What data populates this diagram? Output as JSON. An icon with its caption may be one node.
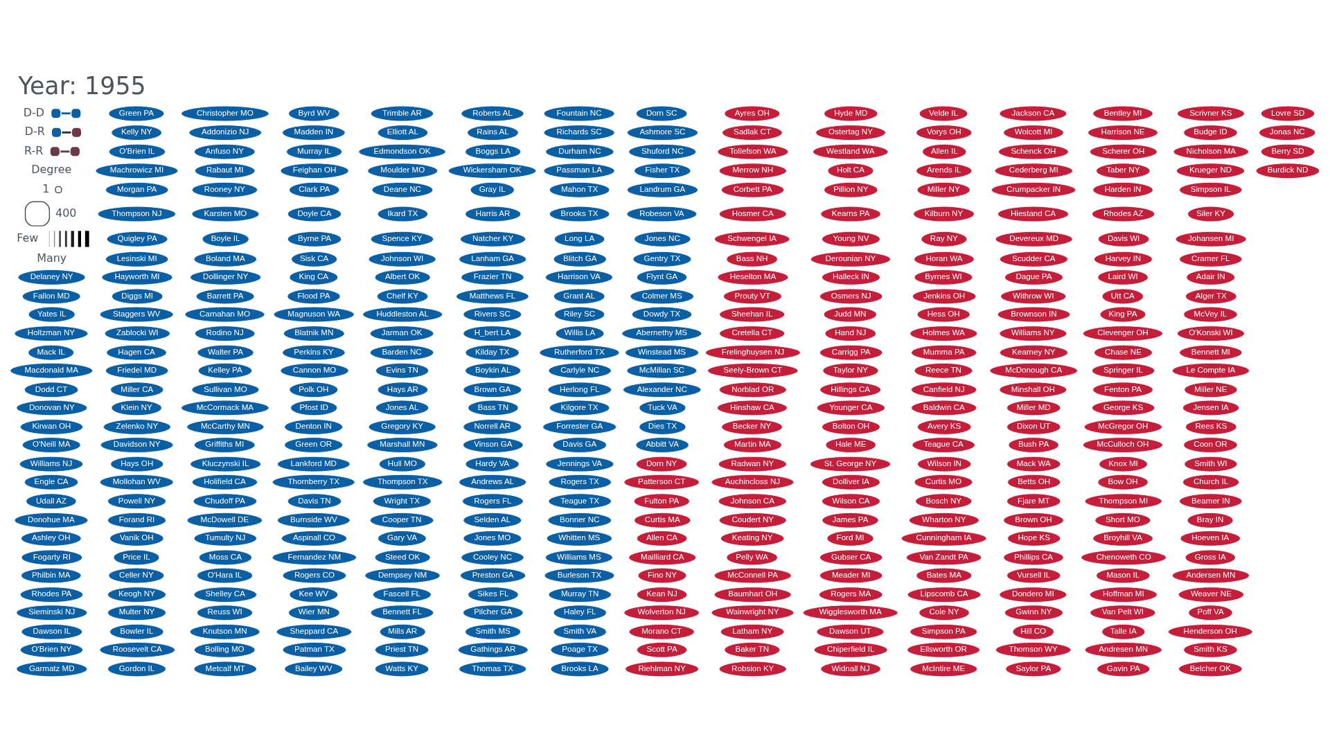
{
  "diagram": {
    "title": "Year: 1955",
    "nodes": [
      {
        "text": [
          "Delaney NY"
        ]
      },
      {
        "text": [
          "Fallon MD"
        ]
      },
      {
        "text": [
          "Yates IL"
        ]
      },
      {
        "text": [
          "Holtzman NY"
        ]
      },
      {
        "text": [
          "Mack IL"
        ]
      },
      {
        "text": [
          "Macdonald MA"
        ]
      },
      {
        "text": [
          "Dodd CT"
        ]
      },
      {
        "text": [
          "Donovan NY"
        ]
      },
      {
        "text": [
          "Kirwan OH"
        ]
      },
      {
        "text": [
          "O'Neill MA"
        ]
      },
      {
        "text": [
          "Williams NJ"
        ]
      },
      {
        "text": [
          "Engle CA"
        ]
      },
      {
        "text": [
          "Udall AZ"
        ]
      },
      {
        "text": [
          "Donohue MA"
        ]
      },
      {
        "text": [
          "Ashley OH"
        ]
      },
      {
        "text": [
          "Fogarty RI"
        ]
      },
      {
        "text": [
          "Philbin MA"
        ]
      },
      {
        "text": [
          "Rhodes PA"
        ]
      },
      {
        "text": [
          "Sieminski NJ"
        ]
      },
      {
        "text": [
          "Dawson IL"
        ]
      },
      {
        "text": [
          "O'Brien NY"
        ]
      },
      {
        "text": [
          "Garmatz MD"
        ]
      },
      {
        "text": [
          "Green PA"
        ]
      },
      {
        "text": [
          "Kelly NY"
        ]
      },
      {
        "text": [
          "O'Brien IL"
        ]
      },
      {
        "text": [
          "Machrowicz MI"
        ]
      },
      {
        "text": [
          "Morgan PA"
        ]
      },
      {
        "text": [
          "Thompson NJ"
        ]
      },
      {
        "text": [
          "Quigley PA"
        ]
      },
      {
        "text": [
          "Lesinski MI"
        ]
      },
      {
        "text": [
          "Hayworth MI"
        ]
      },
      {
        "text": [
          "Diggs MI"
        ]
      },
      {
        "text": [
          "Staggers WV"
        ]
      },
      {
        "text": [
          "Zablocki WI"
        ]
      },
      {
        "text": [
          "Hagen CA"
        ]
      },
      {
        "text": [
          "Friedel MD"
        ]
      },
      {
        "text": [
          "Miller CA"
        ]
      },
      {
        "text": [
          "Klein NY"
        ]
      },
      {
        "text": [
          "Zelenko NY"
        ]
      },
      {
        "text": [
          "Davidson NY"
        ]
      },
      {
        "text": [
          "Hays OH"
        ]
      },
      {
        "text": [
          "Mollohan WV"
        ]
      },
      {
        "text": [
          "Powell NY"
        ]
      },
      {
        "text": [
          "Forand RI"
        ]
      },
      {
        "text": [
          "Vanik OH"
        ]
      },
      {
        "text": [
          "Price IL"
        ]
      },
      {
        "text": [
          "Celler NY"
        ]
      },
      {
        "text": [
          "Keogh NY"
        ]
      },
      {
        "text": [
          "Multer NY"
        ]
      },
      {
        "text": [
          "Bowler IL"
        ]
      },
      {
        "text": [
          "Roosevelt CA"
        ]
      },
      {
        "text": [
          "Gordon IL"
        ]
      },
      {
        "text": [
          "Christopher MO"
        ]
      },
      {
        "text": [
          "Addonizio NJ"
        ]
      },
      {
        "text": [
          "Anfuso NY"
        ]
      },
      {
        "text": [
          "Rabaut MI"
        ]
      },
      {
        "text": [
          "Rooney NY"
        ]
      },
      {
        "text": [
          "Karsten MO"
        ]
      },
      {
        "text": [
          "Boyle IL"
        ]
      },
      {
        "text": [
          "Boland MA"
        ]
      },
      {
        "text": [
          "Dollinger NY"
        ]
      },
      {
        "text": [
          "Barrett PA"
        ]
      },
      {
        "text": [
          "Carnahan MO"
        ]
      },
      {
        "text": [
          "Rodino NJ"
        ]
      },
      {
        "text": [
          "Walter PA"
        ]
      },
      {
        "text": [
          "Kelley PA"
        ]
      },
      {
        "text": [
          "Sullivan MO"
        ]
      },
      {
        "text": [
          "McCormack MA"
        ]
      },
      {
        "text": [
          "McCarthy MN"
        ]
      },
      {
        "text": [
          "Griffiths MI"
        ]
      },
      {
        "text": [
          "Kluczynski IL"
        ]
      },
      {
        "text": [
          "Holifield CA"
        ]
      },
      {
        "text": [
          "Chudoff PA"
        ]
      },
      {
        "text": [
          "McDowell DE"
        ]
      },
      {
        "text": [
          "Tumulty NJ"
        ]
      },
      {
        "text": [
          "Moss CA"
        ]
      },
      {
        "text": [
          "O'Hara IL"
        ]
      },
      {
        "text": [
          "Shelley CA"
        ]
      },
      {
        "text": [
          "Reuss WI"
        ]
      },
      {
        "text": [
          "Knutson MN"
        ]
      },
      {
        "text": [
          "Bolling MO"
        ]
      },
      {
        "text": [
          "Metcalf MT"
        ]
      },
      {
        "text": [
          "Byrd WV"
        ]
      },
      {
        "text": [
          "Madden IN"
        ]
      },
      {
        "text": [
          "Murray IL"
        ]
      },
      {
        "text": [
          "Feighan OH"
        ]
      },
      {
        "text": [
          "Clark PA"
        ]
      },
      {
        "text": [
          "Doyle CA"
        ]
      },
      {
        "text": [
          "Byrne PA"
        ]
      },
      {
        "text": [
          "Sisk CA"
        ]
      },
      {
        "text": [
          "King CA"
        ]
      },
      {
        "text": [
          "Flood PA"
        ]
      },
      {
        "text": [
          "Magnuson WA"
        ]
      },
      {
        "text": [
          "Blatnik MN"
        ]
      },
      {
        "text": [
          "Perkins KY"
        ]
      },
      {
        "text": [
          "Cannon MO"
        ]
      },
      {
        "text": [
          "Polk OH"
        ]
      },
      {
        "text": [
          "Pfost ID"
        ]
      },
      {
        "text": [
          "Denton IN"
        ]
      },
      {
        "text": [
          "Green OR"
        ]
      },
      {
        "text": [
          "Lankford MD"
        ]
      },
      {
        "text": [
          "Thornberry TX"
        ]
      },
      {
        "text": [
          "Davis TN"
        ]
      },
      {
        "text": [
          "Burnside WV"
        ]
      },
      {
        "text": [
          "Aspinall CO"
        ]
      },
      {
        "text": [
          "Fernandez NM"
        ]
      },
      {
        "text": [
          "Rogers CO"
        ]
      },
      {
        "text": [
          "Kee WV"
        ]
      },
      {
        "text": [
          "Wier MN"
        ]
      },
      {
        "text": [
          "Sheppard CA"
        ]
      },
      {
        "text": [
          "Patman TX"
        ]
      },
      {
        "text": [
          "Bailey WV"
        ]
      },
      {
        "text": [
          "Trimble AR"
        ]
      },
      {
        "text": [
          "Elliott AL"
        ]
      },
      {
        "text": [
          "Edmondson OK"
        ]
      },
      {
        "text": [
          "Moulder MO"
        ]
      },
      {
        "text": [
          "Deane NC"
        ]
      },
      {
        "text": [
          "Ikard TX"
        ]
      },
      {
        "text": [
          "Spence KY"
        ]
      },
      {
        "text": [
          "Johnson WI"
        ]
      },
      {
        "text": [
          "Albert OK"
        ]
      },
      {
        "text": [
          "Chelf KY"
        ]
      },
      {
        "text": [
          "Huddleston AL"
        ]
      },
      {
        "text": [
          "Jarman OK"
        ]
      },
      {
        "text": [
          "Barden NC"
        ]
      },
      {
        "text": [
          "Evins TN"
        ]
      },
      {
        "text": [
          "Hays AR"
        ]
      },
      {
        "text": [
          "Jones AL"
        ]
      },
      {
        "text": [
          "Gregory KY"
        ]
      },
      {
        "text": [
          "Marshall MN"
        ]
      },
      {
        "text": [
          "Hull MO"
        ]
      },
      {
        "text": [
          "Thompson TX"
        ]
      },
      {
        "text": [
          "Wright TX"
        ]
      },
      {
        "text": [
          "Cooper TN"
        ]
      },
      {
        "text": [
          "Gary VA"
        ]
      },
      {
        "text": [
          "Steed OK"
        ]
      },
      {
        "text": [
          "Dempsey NM"
        ]
      },
      {
        "text": [
          "Fascell FL"
        ]
      },
      {
        "text": [
          "Bennett FL"
        ]
      },
      {
        "text": [
          "Mills AR"
        ]
      },
      {
        "text": [
          "Priest TN"
        ]
      },
      {
        "text": [
          "Watts KY"
        ]
      },
      {
        "text": [
          "Roberts AL"
        ]
      },
      {
        "text": [
          "Rains AL"
        ]
      },
      {
        "text": [
          "Boggs LA"
        ]
      },
      {
        "text": [
          "Wickersham OK"
        ]
      },
      {
        "text": [
          "Gray IL"
        ]
      },
      {
        "text": [
          "Harris AR"
        ]
      },
      {
        "text": [
          "Natcher KY"
        ]
      },
      {
        "text": [
          "Lanham GA"
        ]
      },
      {
        "text": [
          "Frazier TN"
        ]
      },
      {
        "text": [
          "Matthews FL"
        ]
      },
      {
        "text": [
          "Rivers SC"
        ]
      },
      {
        "text": [
          "H_bert LA"
        ]
      },
      {
        "text": [
          "Kilday TX"
        ]
      },
      {
        "text": [
          "Boykin AL"
        ]
      },
      {
        "text": [
          "Brown GA"
        ]
      },
      {
        "text": [
          "Bass TN"
        ]
      },
      {
        "text": [
          "Norrell AR"
        ]
      },
      {
        "text": [
          "Vinson GA"
        ]
      },
      {
        "text": [
          "Hardy VA"
        ]
      },
      {
        "text": [
          "Andrews AL"
        ]
      },
      {
        "text": [
          "Rogers FL"
        ]
      },
      {
        "text": [
          "Selden AL"
        ]
      },
      {
        "text": [
          "Jones MO"
        ]
      },
      {
        "text": [
          "Cooley NC"
        ]
      },
      {
        "text": [
          "Preston GA"
        ]
      },
      {
        "text": [
          "Sikes FL"
        ]
      },
      {
        "text": [
          "Pilcher GA"
        ]
      },
      {
        "text": [
          "Smith MS"
        ]
      },
      {
        "text": [
          "Gathings AR"
        ]
      },
      {
        "text": [
          "Thomas TX"
        ]
      },
      {
        "text": [
          "Fountain NC"
        ]
      },
      {
        "text": [
          "Richards SC"
        ]
      },
      {
        "text": [
          "Durham NC"
        ]
      },
      {
        "text": [
          "Passman LA"
        ]
      },
      {
        "text": [
          "Mahon TX"
        ]
      },
      {
        "text": [
          "Brooks TX"
        ]
      },
      {
        "text": [
          "Long LA"
        ]
      },
      {
        "text": [
          "Blitch GA"
        ]
      },
      {
        "text": [
          "Harrison VA"
        ]
      },
      {
        "text": [
          "Grant AL"
        ]
      },
      {
        "text": [
          "Riley SC"
        ]
      },
      {
        "text": [
          "Willis LA"
        ]
      },
      {
        "text": [
          "Rutherford TX"
        ]
      },
      {
        "text": [
          "Carlyle NC"
        ]
      },
      {
        "text": [
          "Herlong FL"
        ]
      },
      {
        "text": [
          "Kilgore TX"
        ]
      },
      {
        "text": [
          "Forrester GA"
        ]
      },
      {
        "text": [
          "Davis GA"
        ]
      },
      {
        "text": [
          "Jennings VA"
        ]
      },
      {
        "text": [
          "Rogers TX"
        ]
      },
      {
        "text": [
          "Teague TX"
        ]
      },
      {
        "text": [
          "Bonner NC"
        ]
      },
      {
        "text": [
          "Whitten MS"
        ]
      },
      {
        "text": [
          "Williams MS"
        ]
      },
      {
        "text": [
          "Burleson TX"
        ]
      },
      {
        "text": [
          "Murray TN"
        ]
      },
      {
        "text": [
          "Haley FL"
        ]
      },
      {
        "text": [
          "Smith VA"
        ]
      },
      {
        "text": [
          "Poage TX"
        ]
      },
      {
        "text": [
          "Brooks LA"
        ]
      },
      {
        "text": [
          "Dorn SC"
        ]
      },
      {
        "text": [
          "Ashmore SC"
        ]
      },
      {
        "text": [
          "Shuford NC"
        ]
      },
      {
        "text": [
          "Fisher TX"
        ]
      },
      {
        "text": [
          "Landrum GA"
        ]
      },
      {
        "text": [
          "Robeson VA"
        ]
      },
      {
        "text": [
          "Jones NC"
        ]
      },
      {
        "text": [
          "Gentry TX"
        ]
      },
      {
        "text": [
          "Flynt GA"
        ]
      },
      {
        "text": [
          "Colmer MS"
        ]
      },
      {
        "text": [
          "Dowdy TX"
        ]
      },
      {
        "text": [
          "Abernethy MS"
        ]
      },
      {
        "text": [
          "Winstead MS"
        ]
      },
      {
        "text": [
          "McMillan SC"
        ]
      },
      {
        "text": [
          "Alexander NC"
        ]
      },
      {
        "text": [
          "Tuck VA"
        ]
      },
      {
        "text": [
          "Dies TX"
        ]
      },
      {
        "text": [
          "Abbitt VA"
        ]
      },
      {
        "text": [
          "Dorn NY"
        ]
      },
      {
        "text": [
          "Patterson CT"
        ]
      },
      {
        "text": [
          "Fulton PA"
        ]
      },
      {
        "text": [
          "Curtis MA"
        ]
      },
      {
        "text": [
          "Allen CA"
        ]
      },
      {
        "text": [
          "Mailliard CA"
        ]
      },
      {
        "text": [
          "Fino NY"
        ]
      },
      {
        "text": [
          "Kean NJ"
        ]
      },
      {
        "text": [
          "Wolverton NJ"
        ]
      },
      {
        "text": [
          "Morano CT"
        ]
      },
      {
        "text": [
          "Scott PA"
        ]
      },
      {
        "text": [
          "Riehlman NY"
        ]
      },
      {
        "text": [
          "Ayres OH"
        ]
      },
      {
        "text": [
          "Sadlak CT"
        ]
      },
      {
        "text": [
          "Tollefson WA"
        ]
      },
      {
        "text": [
          "Merrow NH"
        ]
      },
      {
        "text": [
          "Corbett PA"
        ]
      },
      {
        "text": [
          "Hosmer CA"
        ]
      },
      {
        "text": [
          "Schwengel IA"
        ]
      },
      {
        "text": [
          "Bass NH"
        ]
      },
      {
        "text": [
          "Heselton MA"
        ]
      },
      {
        "text": [
          "Prouty VT"
        ]
      },
      {
        "text": [
          "Sheehan IL"
        ]
      },
      {
        "text": [
          "Cretella CT"
        ]
      },
      {
        "text": [
          "Frelinghuysen NJ"
        ]
      },
      {
        "text": [
          "Seely-Brown CT"
        ]
      },
      {
        "text": [
          "Norblad OR"
        ]
      },
      {
        "text": [
          "Hinshaw CA"
        ]
      },
      {
        "text": [
          "Becker NY"
        ]
      },
      {
        "text": [
          "Martin MA"
        ]
      },
      {
        "text": [
          "Radwan NY"
        ]
      },
      {
        "text": [
          "Auchincloss NJ"
        ]
      },
      {
        "text": [
          "Johnson CA"
        ]
      },
      {
        "text": [
          "Coudert NY"
        ]
      },
      {
        "text": [
          "Keating NY"
        ]
      },
      {
        "text": [
          "Pelly WA"
        ]
      },
      {
        "text": [
          "McConnell PA"
        ]
      },
      {
        "text": [
          "Baumhart OH"
        ]
      },
      {
        "text": [
          "Wainwright NY"
        ]
      },
      {
        "text": [
          "Latham NY"
        ]
      },
      {
        "text": [
          "Baker TN"
        ]
      },
      {
        "text": [
          "Robsion KY"
        ]
      },
      {
        "text": [
          "Hyde MD"
        ]
      },
      {
        "text": [
          "Ostertag NY"
        ]
      },
      {
        "text": [
          "Westland WA"
        ]
      },
      {
        "text": [
          "Holt CA"
        ]
      },
      {
        "text": [
          "Pillion NY"
        ]
      },
      {
        "text": [
          "Kearns PA"
        ]
      },
      {
        "text": [
          "Young NV"
        ]
      },
      {
        "text": [
          "Derounian NY"
        ]
      },
      {
        "text": [
          "Halleck IN"
        ]
      },
      {
        "text": [
          "Osmers NJ"
        ]
      },
      {
        "text": [
          "Judd MN"
        ]
      },
      {
        "text": [
          "Hand NJ"
        ]
      },
      {
        "text": [
          "Carrigg PA"
        ]
      },
      {
        "text": [
          "Taylor NY"
        ]
      },
      {
        "text": [
          "Hillings CA"
        ]
      },
      {
        "text": [
          "Younger CA"
        ]
      },
      {
        "text": [
          "Bolton OH"
        ]
      },
      {
        "text": [
          "Hale ME"
        ]
      },
      {
        "text": [
          "St. George NY"
        ]
      },
      {
        "text": [
          "Dolliver IA"
        ]
      },
      {
        "text": [
          "Wilson CA"
        ]
      },
      {
        "text": [
          "James PA"
        ]
      },
      {
        "text": [
          "Ford MI"
        ]
      },
      {
        "text": [
          "Gubser CA"
        ]
      },
      {
        "text": [
          "Meader MI"
        ]
      },
      {
        "text": [
          "Rogers MA"
        ]
      },
      {
        "text": [
          "Wigglesworth MA"
        ]
      },
      {
        "text": [
          "Dawson UT"
        ]
      },
      {
        "text": [
          "Chiperfield IL"
        ]
      },
      {
        "text": [
          "Widnall NJ"
        ]
      },
      {
        "text": [
          "Velde IL"
        ]
      },
      {
        "text": [
          "Vorys OH"
        ]
      },
      {
        "text": [
          "Allen IL"
        ]
      },
      {
        "text": [
          "Arends IL"
        ]
      },
      {
        "text": [
          "Miller NY"
        ]
      },
      {
        "text": [
          "Kilburn NY"
        ]
      },
      {
        "text": [
          "Ray NY"
        ]
      },
      {
        "text": [
          "Horan WA"
        ]
      },
      {
        "text": [
          "Byrnes WI"
        ]
      },
      {
        "text": [
          "Jenkins OH"
        ]
      },
      {
        "text": [
          "Hess OH"
        ]
      },
      {
        "text": [
          "Holmes WA"
        ]
      },
      {
        "text": [
          "Mumma PA"
        ]
      },
      {
        "text": [
          "Reece TN"
        ]
      },
      {
        "text": [
          "Canfield NJ"
        ]
      },
      {
        "text": [
          "Baldwin CA"
        ]
      },
      {
        "text": [
          "Avery KS"
        ]
      },
      {
        "text": [
          "Teague CA"
        ]
      },
      {
        "text": [
          "Wilson IN"
        ]
      },
      {
        "text": [
          "Curtis MO"
        ]
      },
      {
        "text": [
          "Bosch NY"
        ]
      },
      {
        "text": [
          "Wharton NY"
        ]
      },
      {
        "text": [
          "Cunningham IA"
        ]
      },
      {
        "text": [
          "Van Zandt PA"
        ]
      },
      {
        "text": [
          "Bates MA"
        ]
      },
      {
        "text": [
          "Lipscomb CA"
        ]
      },
      {
        "text": [
          "Cole NY"
        ]
      },
      {
        "text": [
          "Simpson PA"
        ]
      },
      {
        "text": [
          "Ellsworth OR"
        ]
      },
      {
        "text": [
          "McIntire ME"
        ]
      },
      {
        "text": [
          "Jackson CA"
        ]
      },
      {
        "text": [
          "Wolcott MI"
        ]
      },
      {
        "text": [
          "Schenck OH"
        ]
      },
      {
        "text": [
          "Cederberg MI"
        ]
      },
      {
        "text": [
          "Crumpacker IN"
        ]
      },
      {
        "text": [
          "Hiestand CA"
        ]
      },
      {
        "text": [
          "Devereux MD"
        ]
      },
      {
        "text": [
          "Scudder CA"
        ]
      },
      {
        "text": [
          "Dague PA"
        ]
      },
      {
        "text": [
          "Withrow WI"
        ]
      },
      {
        "text": [
          "Brownson IN"
        ]
      },
      {
        "text": [
          "Williams NY"
        ]
      },
      {
        "text": [
          "Kearney NY"
        ]
      },
      {
        "text": [
          "McDonough CA"
        ]
      },
      {
        "text": [
          "Minshall OH"
        ]
      },
      {
        "text": [
          "Miller MD"
        ]
      },
      {
        "text": [
          "Dixon UT"
        ]
      },
      {
        "text": [
          "Bush PA"
        ]
      },
      {
        "text": [
          "Mack WA"
        ]
      },
      {
        "text": [
          "Betts OH"
        ]
      },
      {
        "text": [
          "Fjare MT"
        ]
      },
      {
        "text": [
          "Brown OH"
        ]
      },
      {
        "text": [
          "Hope KS"
        ]
      },
      {
        "text": [
          "Phillips CA"
        ]
      },
      {
        "text": [
          "Vursell IL"
        ]
      },
      {
        "text": [
          "Dondero MI"
        ]
      },
      {
        "text": [
          "Gwinn NY"
        ]
      },
      {
        "text": [
          "Hill CO"
        ]
      },
      {
        "text": [
          "Thomson WY"
        ]
      },
      {
        "text": [
          "Saylor PA"
        ]
      },
      {
        "text": [
          "Bentley MI"
        ]
      },
      {
        "text": [
          "Harrison NE"
        ]
      },
      {
        "text": [
          "Scherer OH"
        ]
      },
      {
        "text": [
          "Taber NY"
        ]
      },
      {
        "text": [
          "Harden IN"
        ]
      },
      {
        "text": [
          "Rhodes AZ"
        ]
      },
      {
        "text": [
          "Davis WI"
        ]
      },
      {
        "text": [
          "Harvey IN"
        ]
      },
      {
        "text": [
          "Laird WI"
        ]
      },
      {
        "text": [
          "Utt CA"
        ]
      },
      {
        "text": [
          "King PA"
        ]
      },
      {
        "text": [
          "Clevenger OH"
        ]
      },
      {
        "text": [
          "Chase NE"
        ]
      },
      {
        "text": [
          "Springer IL"
        ]
      },
      {
        "text": [
          "Fenton PA"
        ]
      },
      {
        "text": [
          "George KS"
        ]
      },
      {
        "text": [
          "McGregor OH"
        ]
      },
      {
        "text": [
          "McCulloch OH"
        ]
      },
      {
        "text": [
          "Knox MI"
        ]
      },
      {
        "text": [
          "Bow OH"
        ]
      },
      {
        "text": [
          "Thompson MI"
        ]
      },
      {
        "text": [
          "Short MO"
        ]
      },
      {
        "text": [
          "Broyhill VA"
        ]
      },
      {
        "text": [
          "Chenoweth CO"
        ]
      },
      {
        "text": [
          "Mason IL"
        ]
      },
      {
        "text": [
          "Hoffman MI"
        ]
      },
      {
        "text": [
          "Van Pelt WI"
        ]
      },
      {
        "text": [
          "Talle IA"
        ]
      },
      {
        "text": [
          "Andresen MN"
        ]
      },
      {
        "text": [
          "Gavin PA"
        ]
      },
      {
        "text": [
          "Scrivner KS"
        ]
      },
      {
        "text": [
          "Budge ID"
        ]
      },
      {
        "text": [
          "Nicholson MA"
        ]
      },
      {
        "text": [
          "Krueger ND"
        ]
      },
      {
        "text": [
          "Simpson IL"
        ]
      },
      {
        "text": [
          "Siler KY"
        ]
      },
      {
        "text": [
          "Johansen MI"
        ]
      },
      {
        "text": [
          "Cramer FL"
        ]
      },
      {
        "text": [
          "Adair IN"
        ]
      },
      {
        "text": [
          "Alger TX"
        ]
      },
      {
        "text": [
          "McVey IL"
        ]
      },
      {
        "text": [
          "O'Konski WI"
        ]
      },
      {
        "text": [
          "Bennett MI"
        ]
      },
      {
        "text": [
          "Le Compte IA"
        ]
      },
      {
        "text": [
          "Miller NE"
        ]
      },
      {
        "text": [
          "Jensen IA"
        ]
      },
      {
        "text": [
          "Rees KS"
        ]
      },
      {
        "text": [
          "Coon OR"
        ]
      },
      {
        "text": [
          "Smith WI"
        ]
      },
      {
        "text": [
          "Church IL"
        ]
      },
      {
        "text": [
          "Beamer IN"
        ]
      },
      {
        "text": [
          "Bray IN"
        ]
      },
      {
        "text": [
          "Hoeven IA"
        ]
      },
      {
        "text": [
          "Gross IA"
        ]
      },
      {
        "text": [
          "Andersen MN"
        ]
      },
      {
        "text": [
          "Weaver NE"
        ]
      },
      {
        "text": [
          "Poff VA"
        ]
      },
      {
        "text": [
          "Henderson OH"
        ]
      },
      {
        "text": [
          "Smith KS"
        ]
      },
      {
        "text": [
          "Belcher OK"
        ]
      },
      {
        "text": [
          "Lovre SD"
        ]
      },
      {
        "text": [
          "Jonas NC"
        ]
      },
      {
        "text": [
          "Berry SD"
        ]
      },
      {
        "text": [
          "Burdick ND"
        ]
      }
    ],
    "labels": [
      "Degree",
      "1",
      "400",
      "Few",
      "Many"
    ],
    "legend": [
      {
        "text": "D-D"
      },
      {
        "text": "D-R"
      },
      {
        "text": "R-R"
      }
    ]
  }
}
